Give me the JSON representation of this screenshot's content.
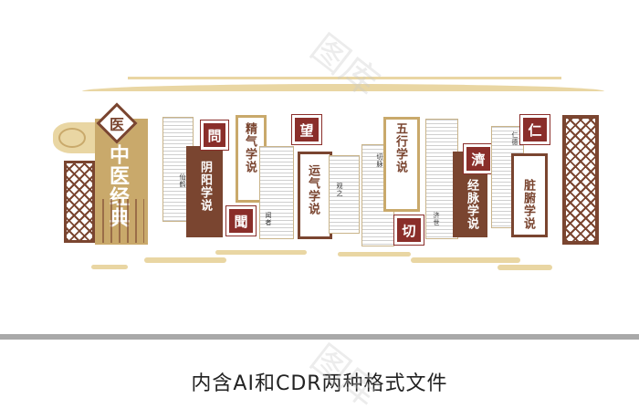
{
  "panels": {
    "main_title_seal": "医",
    "main_title": "中医经典",
    "yinyang": "阴阳学说",
    "jingqi": "精气学说",
    "yunqi": "运气学说",
    "wuxing": "五行学说",
    "jingmai": "经脉学说",
    "zangfu": "脏腑学说"
  },
  "seals": {
    "wen": "問",
    "wen2": "聞",
    "wang": "望",
    "qie": "切",
    "ji": "濟",
    "ren": "仁"
  },
  "small_captions": {
    "c1": "仙鹤",
    "c2": "闻者",
    "c3": "观之",
    "c4": "切脉",
    "c5": "济世",
    "c6": "仁德"
  },
  "footer": "内含AI和CDR两种格式文件",
  "watermark": "图库",
  "colors": {
    "brown": "#7a4530",
    "red": "#8a2e2a",
    "gold": "#c9a96b",
    "cream": "#e9d6a3",
    "divider": "#a9a9a9"
  }
}
